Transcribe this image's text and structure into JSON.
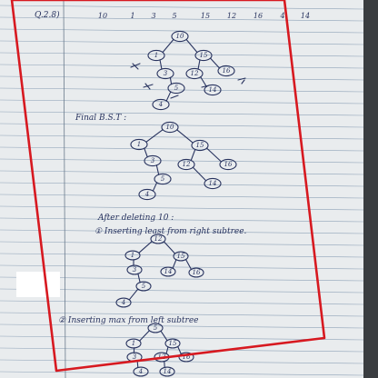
{
  "header": {
    "question_label": "Q.2.8)",
    "sequence": [
      "10",
      "1",
      "3",
      "5",
      "15",
      "12",
      "16",
      "4",
      "14"
    ]
  },
  "sections": [
    {
      "id": "initial",
      "heading": ""
    },
    {
      "id": "final",
      "heading": "Final B.S.T :"
    },
    {
      "id": "after-delete",
      "heading": "After deleting 10 :"
    },
    {
      "id": "method-1",
      "heading": "① Inserting least from right subtree."
    },
    {
      "id": "method-2",
      "heading": "② Inserting max from left subtree"
    }
  ],
  "trees": {
    "initial": {
      "root": "10",
      "nodes": [
        {
          "id": "n10",
          "label": "10"
        },
        {
          "id": "n1",
          "label": "1"
        },
        {
          "id": "n15",
          "label": "15"
        },
        {
          "id": "n3",
          "label": "3"
        },
        {
          "id": "n12",
          "label": "12"
        },
        {
          "id": "n16",
          "label": "16"
        },
        {
          "id": "n5",
          "label": "5"
        },
        {
          "id": "n14",
          "label": "14"
        },
        {
          "id": "n4",
          "label": "4"
        }
      ],
      "edges": [
        [
          "n10",
          "n1"
        ],
        [
          "n10",
          "n15"
        ],
        [
          "n1",
          "n3"
        ],
        [
          "n15",
          "n12"
        ],
        [
          "n15",
          "n16"
        ],
        [
          "n3",
          "n5"
        ],
        [
          "n12",
          "n14"
        ],
        [
          "n5",
          "n4"
        ]
      ]
    },
    "final": {
      "root": "10",
      "nodes": [
        {
          "id": "f10",
          "label": "10"
        },
        {
          "id": "f1",
          "label": "1"
        },
        {
          "id": "f15",
          "label": "15"
        },
        {
          "id": "f3",
          "label": "3"
        },
        {
          "id": "f12",
          "label": "12"
        },
        {
          "id": "f16",
          "label": "16"
        },
        {
          "id": "f5",
          "label": "5"
        },
        {
          "id": "f14",
          "label": "14"
        },
        {
          "id": "f4",
          "label": "4"
        }
      ],
      "edges": [
        [
          "f10",
          "f1"
        ],
        [
          "f10",
          "f15"
        ],
        [
          "f1",
          "f3"
        ],
        [
          "f15",
          "f12"
        ],
        [
          "f15",
          "f16"
        ],
        [
          "f3",
          "f5"
        ],
        [
          "f12",
          "f14"
        ],
        [
          "f5",
          "f4"
        ]
      ]
    },
    "method1": {
      "root": "12",
      "nodes": [
        {
          "id": "m12",
          "label": "12"
        },
        {
          "id": "m1",
          "label": "1"
        },
        {
          "id": "m15",
          "label": "15"
        },
        {
          "id": "m3",
          "label": "3"
        },
        {
          "id": "m14",
          "label": "14"
        },
        {
          "id": "m16",
          "label": "16"
        },
        {
          "id": "m5",
          "label": "5"
        },
        {
          "id": "m4",
          "label": "4"
        }
      ],
      "edges": [
        [
          "m12",
          "m1"
        ],
        [
          "m12",
          "m15"
        ],
        [
          "m1",
          "m3"
        ],
        [
          "m15",
          "m14"
        ],
        [
          "m15",
          "m16"
        ],
        [
          "m3",
          "m5"
        ],
        [
          "m5",
          "m4"
        ]
      ]
    },
    "method2": {
      "root": "5",
      "nodes": [
        {
          "id": "k5",
          "label": "5"
        },
        {
          "id": "k1",
          "label": "1"
        },
        {
          "id": "k15",
          "label": "15"
        },
        {
          "id": "k3",
          "label": "3"
        },
        {
          "id": "k12",
          "label": "12"
        },
        {
          "id": "k16",
          "label": "16"
        },
        {
          "id": "k4",
          "label": "4"
        },
        {
          "id": "k14",
          "label": "14"
        }
      ],
      "edges": [
        [
          "k5",
          "k1"
        ],
        [
          "k5",
          "k15"
        ],
        [
          "k1",
          "k3"
        ],
        [
          "k15",
          "k12"
        ],
        [
          "k15",
          "k16"
        ],
        [
          "k3",
          "k4"
        ],
        [
          "k12",
          "k14"
        ]
      ]
    }
  },
  "colors": {
    "paper": "#e9ecee",
    "rule_lines": "#8fa3b8",
    "margin_line": "#6b7b8c",
    "ink": "#27325e",
    "highlight_box": "#d71920",
    "sticky_note": "#ffffff"
  }
}
